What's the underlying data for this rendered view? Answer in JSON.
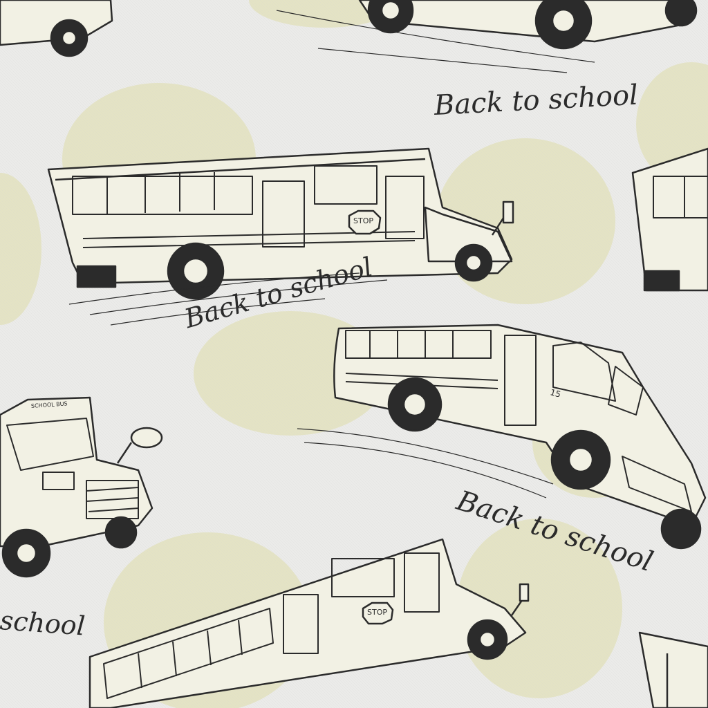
{
  "pattern": {
    "caption_text": "Back to school",
    "partial_caption_text": "school",
    "bus_sign_text": "STOP",
    "bus_roof_sign_text": "SCHOOL BUS",
    "bus_number_text": "15",
    "colors": {
      "background": "#ebebe9",
      "blob": "#e4e3c4",
      "ink": "#2b2b2b",
      "bus_fill": "#f2f1e4"
    }
  }
}
